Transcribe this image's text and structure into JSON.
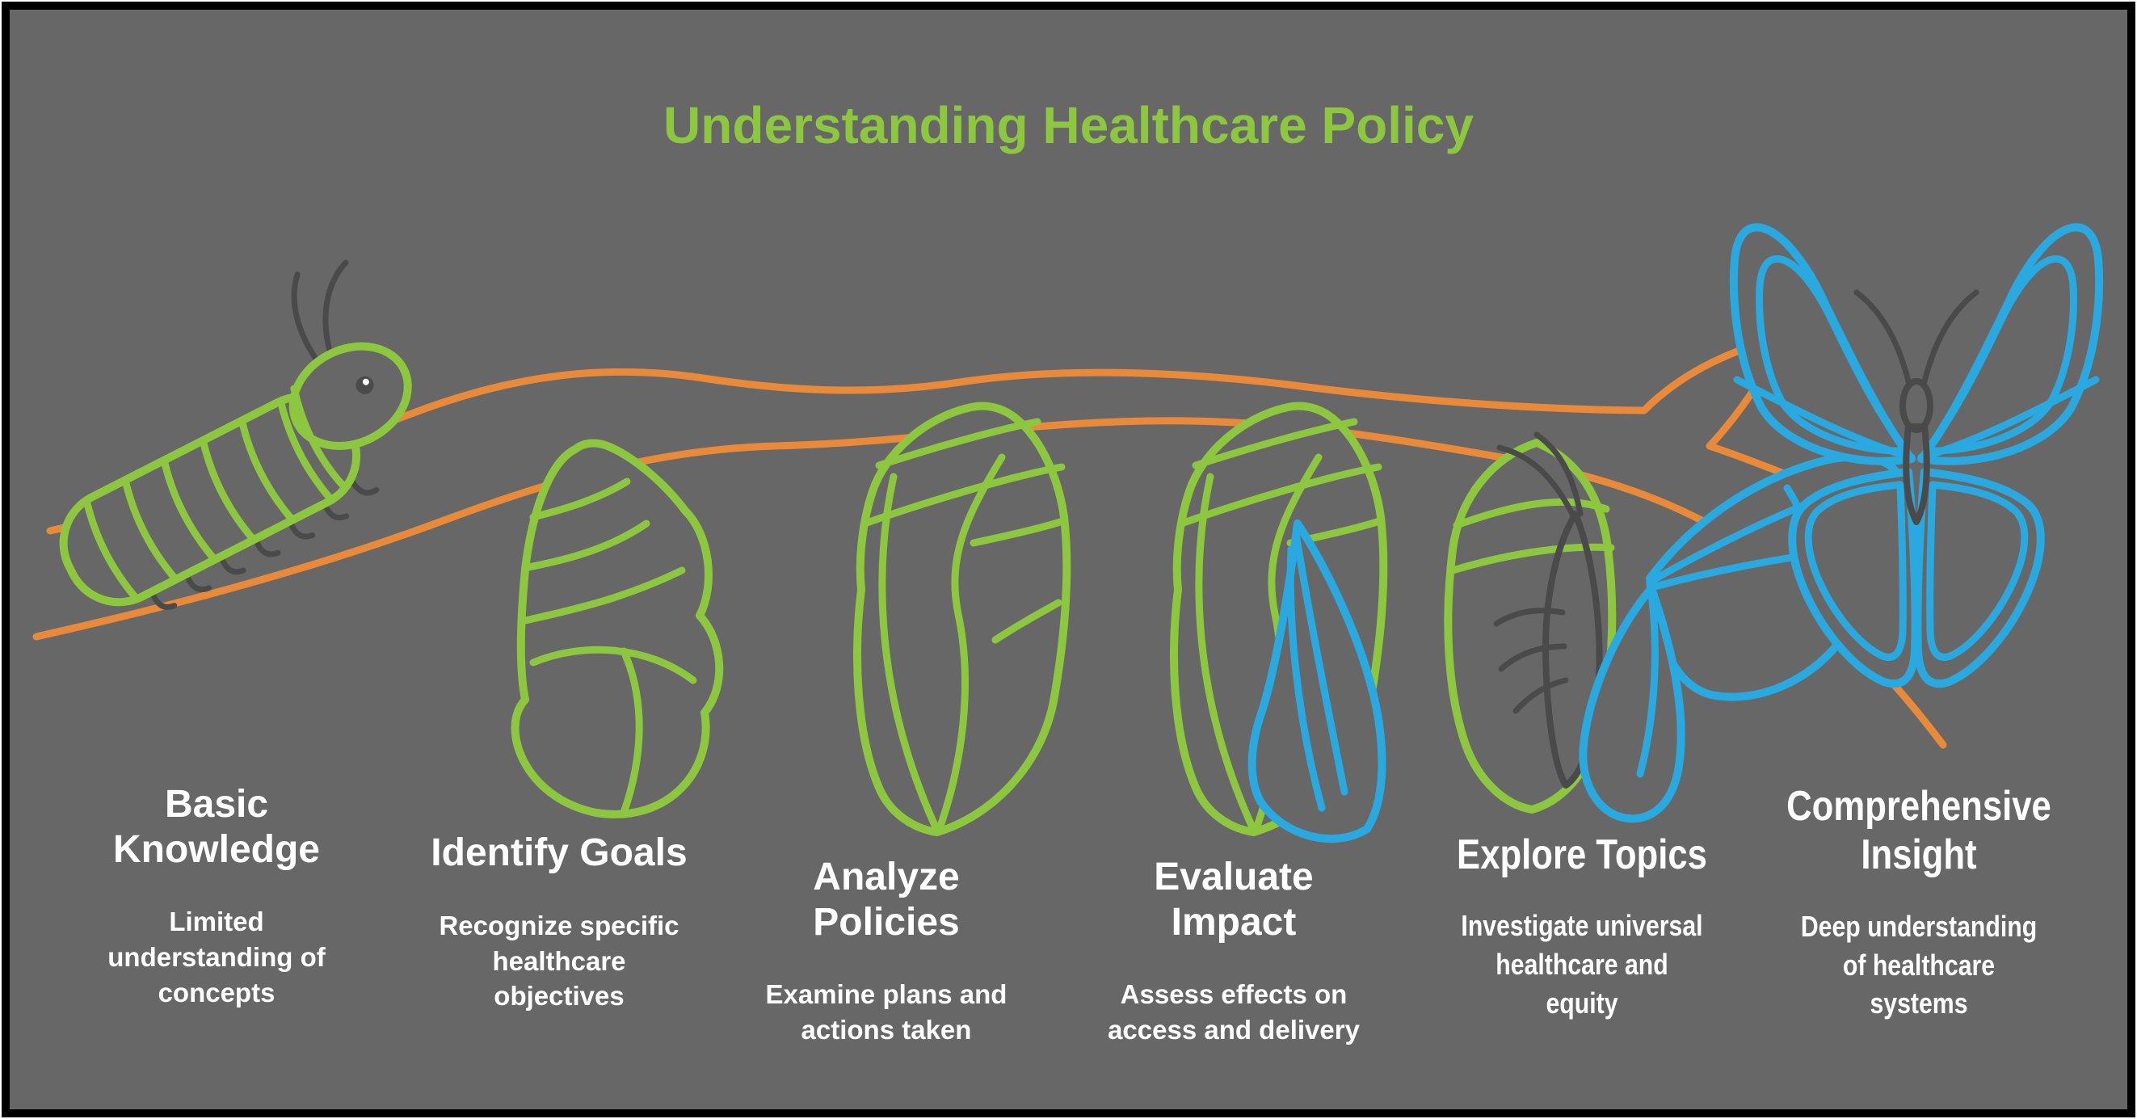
{
  "title": "Understanding Healthcare Policy",
  "colors": {
    "bg": "#676767",
    "frame": "#000000",
    "green": "#8DC63F",
    "orange": "#E98A3B",
    "blue": "#29A9E0",
    "dark": "#4A4A4A",
    "text": "#FFFFFF"
  },
  "stages": [
    {
      "id": "basic-knowledge",
      "heading": "Basic\nKnowledge",
      "description": "Limited\nunderstanding of\nconcepts",
      "illustration": "caterpillar"
    },
    {
      "id": "identify-goals",
      "heading": "Identify Goals",
      "description": "Recognize specific\nhealthcare\nobjectives",
      "illustration": "caterpillar-curling-into-chrysalis"
    },
    {
      "id": "analyze-policies",
      "heading": "Analyze\nPolicies",
      "description": "Examine plans and\nactions taken",
      "illustration": "chrysalis"
    },
    {
      "id": "evaluate-impact",
      "heading": "Evaluate\nImpact",
      "description": "Assess effects on\naccess and delivery",
      "illustration": "chrysalis-with-emerging-wing"
    },
    {
      "id": "explore-topics",
      "heading": "Explore Topics",
      "description": "Investigate universal\nhealthcare and\nequity",
      "illustration": "butterfly-emerging-from-chrysalis"
    },
    {
      "id": "comprehensive-insight",
      "heading": "Comprehensive\nInsight",
      "description": "Deep understanding\nof healthcare\nsystems",
      "illustration": "butterfly"
    }
  ]
}
